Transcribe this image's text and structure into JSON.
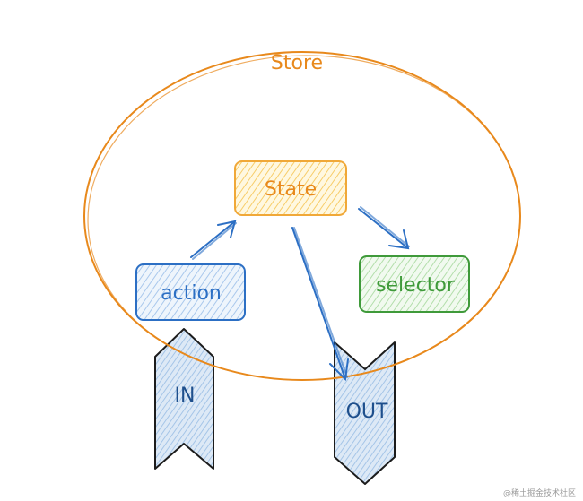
{
  "diagram": {
    "store_label": "Store",
    "state_label": "State",
    "action_label": "action",
    "selector_label": "selector",
    "in_label": "IN",
    "out_label": "OUT",
    "watermark": "@稀土掘金技术社区"
  },
  "colors": {
    "store": "#e8891c",
    "state_stroke": "#f0a838",
    "state_fill": "#fde29a",
    "action_stroke": "#2c6fc4",
    "action_fill": "#bcd6f2",
    "selector_stroke": "#3f9a3a",
    "selector_fill": "#c5e8c0",
    "arrow": "#2c6fc4",
    "io_stroke": "#1c1c1c",
    "io_fill": "#c5dcf1",
    "io_text": "#1e4f8c"
  }
}
